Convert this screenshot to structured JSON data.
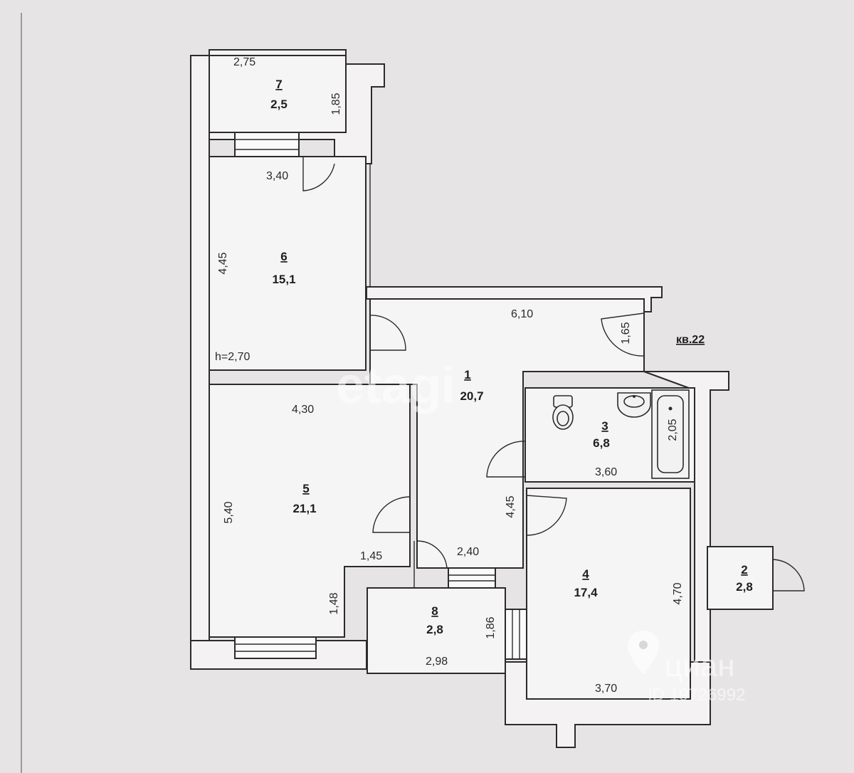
{
  "apartment_label": "кв.22",
  "ceiling_height": "h=2,70",
  "rooms": [
    {
      "number": "1",
      "area": "20,7"
    },
    {
      "number": "2",
      "area": "2,8"
    },
    {
      "number": "3",
      "area": "6,8"
    },
    {
      "number": "4",
      "area": "17,4"
    },
    {
      "number": "5",
      "area": "21,1"
    },
    {
      "number": "6",
      "area": "15,1"
    },
    {
      "number": "7",
      "area": "2,5"
    },
    {
      "number": "8",
      "area": "2,8"
    }
  ],
  "dimensions": {
    "balcony_width": "2,75",
    "balcony_depth": "1,85",
    "room6_width": "3,40",
    "room6_length": "4,45",
    "hall_width": "6,10",
    "hall_depth": "1,65",
    "hall_length": "4,45",
    "hall_passage": "2,40",
    "room5_width": "4,30",
    "room5_length": "5,40",
    "room5_notch_width": "1,45",
    "room5_notch_depth": "1,48",
    "bath_width": "3,60",
    "bath_depth": "2,05",
    "room4_length": "4,70",
    "room4_width": "3,70",
    "room8_depth": "1,86",
    "room8_width": "2,98"
  },
  "watermarks": {
    "center": "etagi",
    "corner_brand": "циан",
    "corner_id": "ID 19726992"
  }
}
